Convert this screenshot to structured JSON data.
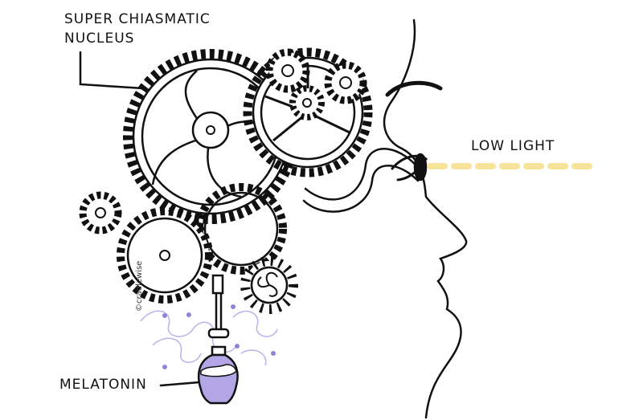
{
  "labels": {
    "scn_line1": "SUPER CHIASMATIC",
    "scn_line2": "NUCLEUS",
    "low_light": "LOW LIGHT",
    "melatonin": "MELATONIN"
  },
  "watermark": "©cradlewise",
  "colors": {
    "light": "#f7e39a",
    "melatonin": "#b3a6e6",
    "swirl": "#b9b3ea",
    "ink": "#111111"
  }
}
